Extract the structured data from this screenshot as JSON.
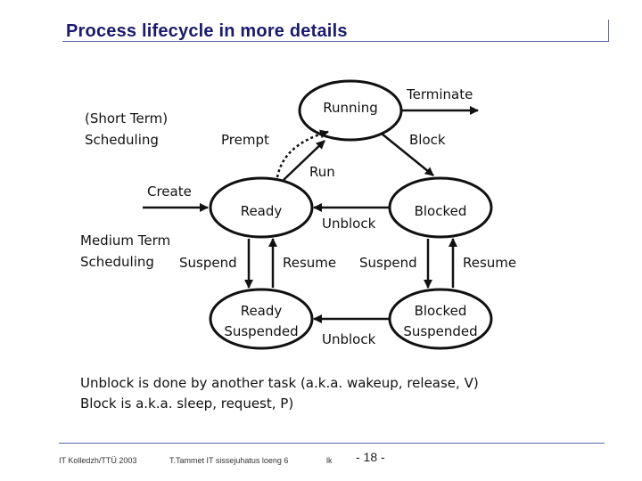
{
  "title": "Process lifecycle in more details",
  "states": {
    "running": "Running",
    "ready": "Ready",
    "blocked": "Blocked",
    "ready_suspended": [
      "Ready",
      "Suspended"
    ],
    "blocked_suspended": [
      "Blocked",
      "Suspended"
    ]
  },
  "labels": {
    "short_term": [
      "(Short Term)",
      "Scheduling"
    ],
    "medium_term": [
      "Medium Term",
      "Scheduling"
    ],
    "terminate": "Terminate",
    "prempt": "Prempt",
    "block": "Block",
    "run": "Run",
    "create": "Create",
    "unblock_top": "Unblock",
    "suspend_left": "Suspend",
    "resume_left": "Resume",
    "suspend_right": "Suspend",
    "resume_right": "Resume",
    "unblock_bottom": "Unblock"
  },
  "notes": [
    "Unblock is done by another task (a.k.a. wakeup, release, V)",
    "Block is a.k.a. sleep, request, P)"
  ],
  "footer": {
    "institution": "IT Kolledzh/TTÜ 2003",
    "course": "T.Tammet IT sissejuhatus loeng 6",
    "term": "lk",
    "page": "- 18 -"
  }
}
